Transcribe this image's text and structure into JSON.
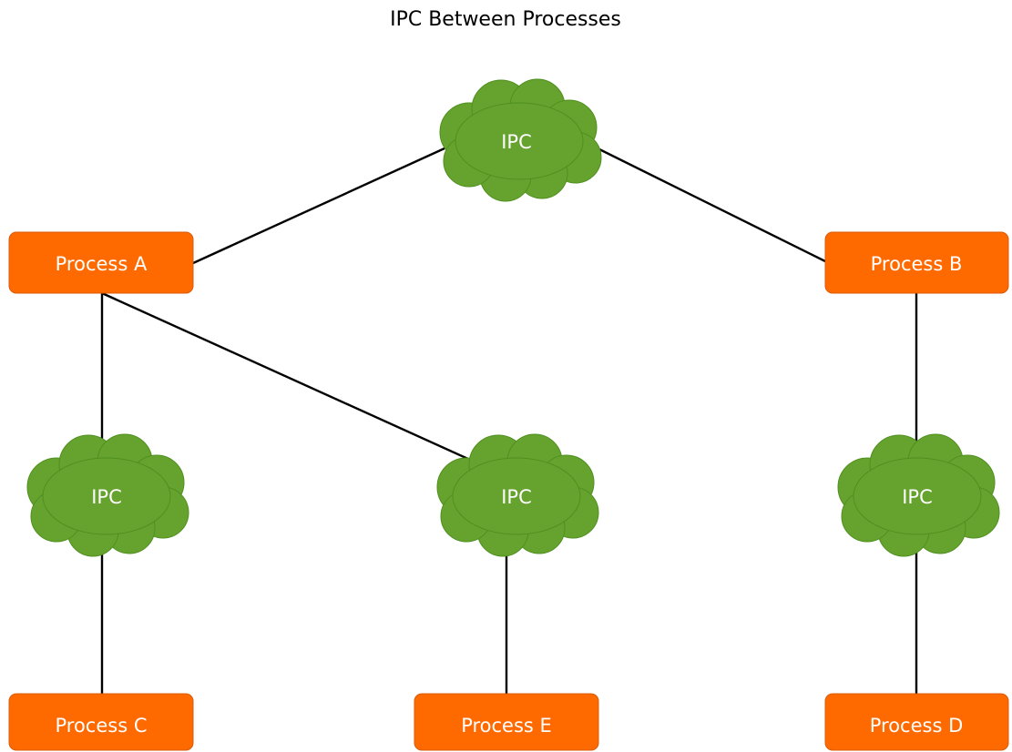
{
  "title": "IPC Between Processes",
  "colors": {
    "process_fill": "#ff6a00",
    "cloud_fill": "#66a32e",
    "edge": "#000000",
    "label_text": "#ffffff"
  },
  "processes": {
    "a": "Process A",
    "b": "Process B",
    "c": "Process C",
    "d": "Process D",
    "e": "Process E"
  },
  "ipc_nodes": {
    "top": "IPC",
    "left": "IPC",
    "middle": "IPC",
    "right": "IPC"
  },
  "connections": [
    {
      "from": "Process A",
      "to": "IPC (top)"
    },
    {
      "from": "IPC (top)",
      "to": "Process B"
    },
    {
      "from": "Process A",
      "to": "IPC (left)"
    },
    {
      "from": "Process A",
      "to": "IPC (middle)"
    },
    {
      "from": "Process B",
      "to": "IPC (right)"
    },
    {
      "from": "IPC (left)",
      "to": "Process C"
    },
    {
      "from": "IPC (middle)",
      "to": "Process E"
    },
    {
      "from": "IPC (right)",
      "to": "Process D"
    }
  ]
}
